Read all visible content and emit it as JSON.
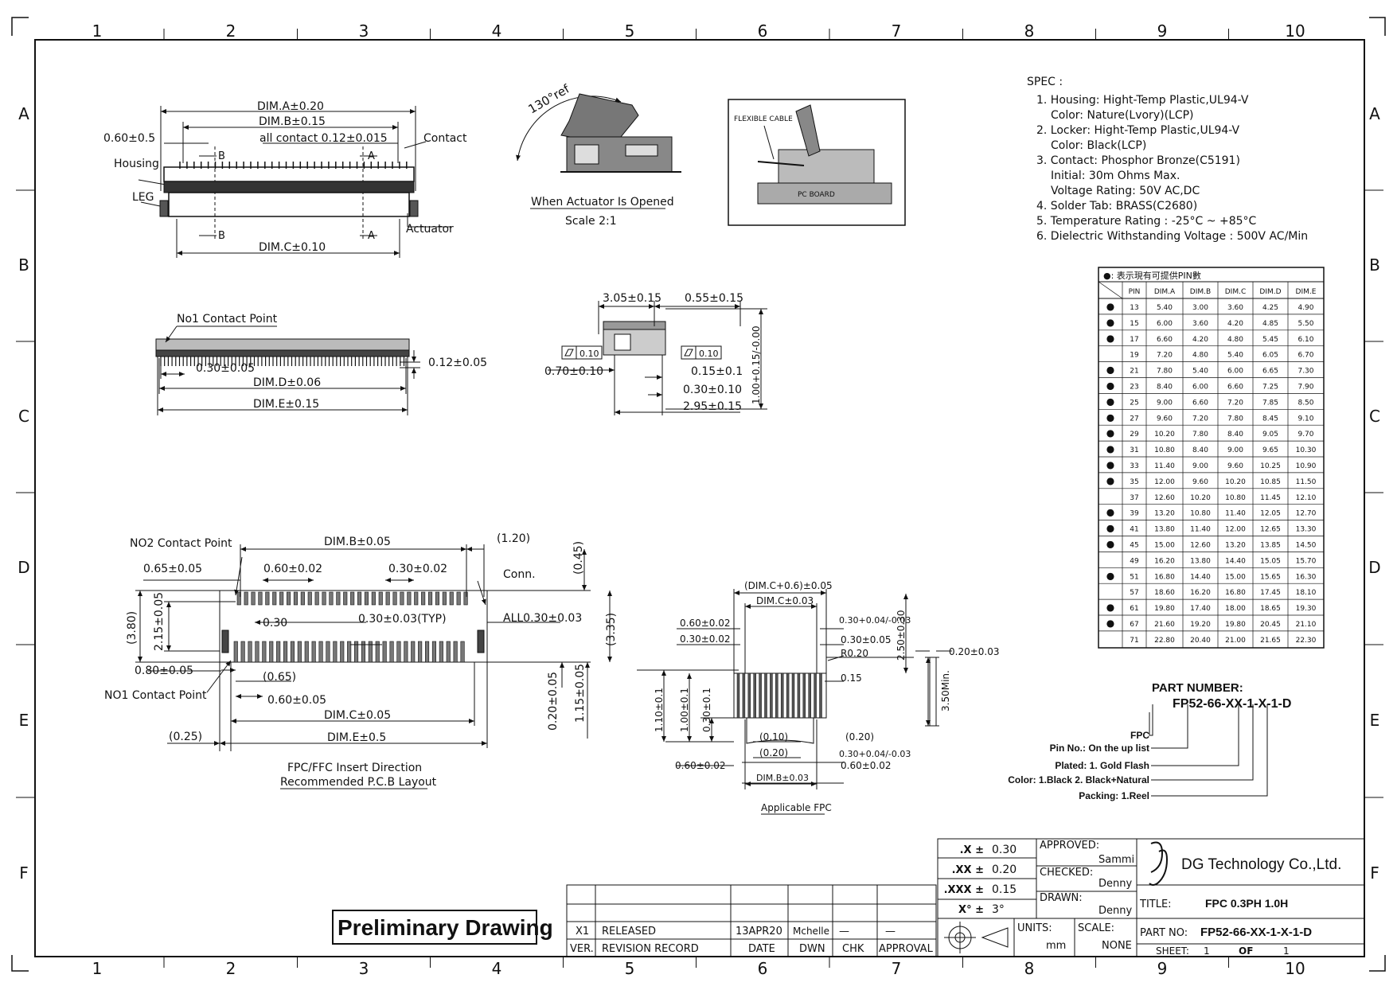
{
  "border": {
    "columns": [
      "1",
      "2",
      "3",
      "4",
      "5",
      "6",
      "7",
      "8",
      "9",
      "10"
    ],
    "rows": [
      "A",
      "B",
      "C",
      "D",
      "E",
      "F"
    ]
  },
  "spec": {
    "heading": "SPEC :",
    "lines": [
      "1. Housing: Hight-Temp Plastic,UL94-V",
      "Color: Nature(Lvory)(LCP)",
      "2. Locker: Hight-Temp Plastic,UL94-V",
      "Color: Black(LCP)",
      "3. Contact: Phosphor Bronze(C5191)",
      "Initial: 30m Ohms Max.",
      "Voltage Rating: 50V AC,DC",
      "4. Solder Tab: BRASS(C2680)",
      "5. Temperature Rating : -25°C ~ +85°C",
      "6. Dielectric Withstanding Voltage : 500V AC/Min"
    ]
  },
  "pin_table": {
    "caption": "●: 表示現有可提供PIN數",
    "headers": [
      "PIN",
      "DIM.A",
      "DIM.B",
      "DIM.C",
      "DIM.D",
      "DIM.E"
    ],
    "rows": [
      {
        "avail": "●",
        "pin": "13",
        "a": "5.40",
        "b": "3.00",
        "c": "3.60",
        "d": "4.25",
        "e": "4.90"
      },
      {
        "avail": "●",
        "pin": "15",
        "a": "6.00",
        "b": "3.60",
        "c": "4.20",
        "d": "4.85",
        "e": "5.50"
      },
      {
        "avail": "●",
        "pin": "17",
        "a": "6.60",
        "b": "4.20",
        "c": "4.80",
        "d": "5.45",
        "e": "6.10"
      },
      {
        "avail": "",
        "pin": "19",
        "a": "7.20",
        "b": "4.80",
        "c": "5.40",
        "d": "6.05",
        "e": "6.70"
      },
      {
        "avail": "●",
        "pin": "21",
        "a": "7.80",
        "b": "5.40",
        "c": "6.00",
        "d": "6.65",
        "e": "7.30"
      },
      {
        "avail": "●",
        "pin": "23",
        "a": "8.40",
        "b": "6.00",
        "c": "6.60",
        "d": "7.25",
        "e": "7.90"
      },
      {
        "avail": "●",
        "pin": "25",
        "a": "9.00",
        "b": "6.60",
        "c": "7.20",
        "d": "7.85",
        "e": "8.50"
      },
      {
        "avail": "●",
        "pin": "27",
        "a": "9.60",
        "b": "7.20",
        "c": "7.80",
        "d": "8.45",
        "e": "9.10"
      },
      {
        "avail": "●",
        "pin": "29",
        "a": "10.20",
        "b": "7.80",
        "c": "8.40",
        "d": "9.05",
        "e": "9.70"
      },
      {
        "avail": "●",
        "pin": "31",
        "a": "10.80",
        "b": "8.40",
        "c": "9.00",
        "d": "9.65",
        "e": "10.30"
      },
      {
        "avail": "●",
        "pin": "33",
        "a": "11.40",
        "b": "9.00",
        "c": "9.60",
        "d": "10.25",
        "e": "10.90"
      },
      {
        "avail": "●",
        "pin": "35",
        "a": "12.00",
        "b": "9.60",
        "c": "10.20",
        "d": "10.85",
        "e": "11.50"
      },
      {
        "avail": "",
        "pin": "37",
        "a": "12.60",
        "b": "10.20",
        "c": "10.80",
        "d": "11.45",
        "e": "12.10"
      },
      {
        "avail": "●",
        "pin": "39",
        "a": "13.20",
        "b": "10.80",
        "c": "11.40",
        "d": "12.05",
        "e": "12.70"
      },
      {
        "avail": "●",
        "pin": "41",
        "a": "13.80",
        "b": "11.40",
        "c": "12.00",
        "d": "12.65",
        "e": "13.30"
      },
      {
        "avail": "●",
        "pin": "45",
        "a": "15.00",
        "b": "12.60",
        "c": "13.20",
        "d": "13.85",
        "e": "14.50"
      },
      {
        "avail": "",
        "pin": "49",
        "a": "16.20",
        "b": "13.80",
        "c": "14.40",
        "d": "15.05",
        "e": "15.70"
      },
      {
        "avail": "●",
        "pin": "51",
        "a": "16.80",
        "b": "14.40",
        "c": "15.00",
        "d": "15.65",
        "e": "16.30"
      },
      {
        "avail": "",
        "pin": "57",
        "a": "18.60",
        "b": "16.20",
        "c": "16.80",
        "d": "17.45",
        "e": "18.10"
      },
      {
        "avail": "●",
        "pin": "61",
        "a": "19.80",
        "b": "17.40",
        "c": "18.00",
        "d": "18.65",
        "e": "19.30"
      },
      {
        "avail": "●",
        "pin": "67",
        "a": "21.60",
        "b": "19.20",
        "c": "19.80",
        "d": "20.45",
        "e": "21.10"
      },
      {
        "avail": "",
        "pin": "71",
        "a": "22.80",
        "b": "20.40",
        "c": "21.00",
        "d": "21.65",
        "e": "22.30"
      }
    ]
  },
  "top_view": {
    "dim_a": "DIM.A±0.20",
    "dim_b": "DIM.B±0.15",
    "pitch_left": "0.60±0.5",
    "all_contact": "all contact 0.12±0.015",
    "contact": "Contact",
    "housing": "Housing",
    "leg": "LEG",
    "actuator": "Actuator",
    "dim_c": "DIM.C±0.10",
    "sec_b": "B",
    "sec_a": "A"
  },
  "actuator_open": {
    "angle": "130°ref",
    "caption": "When Actuator Is Opened",
    "scale": "Scale 2:1"
  },
  "cable_view": {
    "flex": "FLEXIBLE CABLE",
    "board": "PC BOARD"
  },
  "front_view": {
    "no1": "No1 Contact Point",
    "pitch": "0.30±0.05",
    "contact_w": "0.12±0.05",
    "dim_d": "DIM.D±0.06",
    "dim_e": "DIM.E±0.15"
  },
  "side_view": {
    "d1": "3.05±0.15",
    "d2": "0.55±0.15",
    "flat": "0.10",
    "d3": "0.70±0.10",
    "d4": "0.15±0.1",
    "d5": "0.30±0.10",
    "d6": "2.95±0.15",
    "height": "1.00+0.15/-0.00"
  },
  "pcb_layout": {
    "no2": "NO2 Contact Point",
    "dim_b": "DIM.B±0.05",
    "d120": "(1.20)",
    "d065": "0.65±0.05",
    "d060": "0.60±0.02",
    "d030": "0.30±0.02",
    "conn": "Conn.",
    "d045": "(0.45)",
    "d380": "(3.80)",
    "d215": "2.15±0.05",
    "d030b": "0.30",
    "typ": "0.30±0.03(TYP)",
    "all": "ALL0.30±0.03",
    "d335": "(3.35)",
    "d080": "0.80±0.05",
    "d065p": "(0.65)",
    "no1": "NO1 Contact Point",
    "d060b": "0.60±0.05",
    "d020": "0.20±0.05",
    "d115": "1.15±0.05",
    "dim_c": "DIM.C±0.05",
    "d025": "(0.25)",
    "dim_e": "DIM.E±0.5",
    "cap1": "FPC/FFC Insert Direction",
    "cap2": "Recommended P.C.B Layout"
  },
  "fpc": {
    "dimc06": "(DIM.C+0.6)±0.05",
    "dimc": "DIM.C±0.03",
    "d060": "0.60±0.02",
    "d030": "0.30±0.02",
    "d030t": "0.30+0.04/-0.03",
    "d030r": "0.30±0.05",
    "r020": "R0.20",
    "d015": "0.15",
    "d250": "2.50±0.30",
    "d020": "0.20±0.03",
    "d350": "3.50Min.",
    "d110": "1.10±0.1",
    "d100": "1.00±0.1",
    "d030v": "0.30±0.1",
    "d010p": "(0.10)",
    "d020p": "(0.20)",
    "d020p2": "(0.20)",
    "d030b": "0.30+0.04/-0.03",
    "d060b": "0.60±0.02",
    "d060c": "0.60±0.02",
    "dimb": "DIM.B±0.03",
    "caption": "Applicable FPC"
  },
  "part_number": {
    "heading": "PART NUMBER:",
    "code": "FP52-66-XX-1-X-1-D",
    "legend": [
      "FPC",
      "Pin No.: On the up list",
      "Plated: 1. Gold Flash",
      "Color: 1.Black 2. Black+Natural",
      "Packing: 1.Reel"
    ]
  },
  "preliminary": "Preliminary Drawing",
  "revision": {
    "ver": "X1",
    "record": "RELEASED",
    "date": "13APR20",
    "dwn": "Mchelle",
    "chk": "—",
    "approval": "—",
    "h_ver": "VER.",
    "h_record": "REVISION RECORD",
    "h_date": "DATE",
    "h_dwn": "DWN",
    "h_chk": "CHK",
    "h_approval": "APPROVAL"
  },
  "tolerance": [
    {
      "label": ".X ±",
      "value": "0.30"
    },
    {
      "label": ".XX ±",
      "value": "0.20"
    },
    {
      "label": ".XXX ±",
      "value": "0.15"
    },
    {
      "label": "X° ±",
      "value": "3°"
    }
  ],
  "signoff": {
    "approved_label": "APPROVED:",
    "approved": "Sammi",
    "checked_label": "CHECKED:",
    "checked": "Denny",
    "drawn_label": "DRAWN:",
    "drawn": "Denny",
    "units_label": "UNITS:",
    "units": "mm",
    "scale_label": "SCALE:",
    "scale": "NONE"
  },
  "company": {
    "name": "DG Technology Co.,Ltd.",
    "title_label": "TITLE:",
    "title": "FPC 0.3PH 1.0H",
    "part_label": "PART NO:",
    "part": "FP52-66-XX-1-X-1-D",
    "sheet_label": "SHEET:",
    "sheet": "1",
    "of_label": "OF",
    "of": "1"
  }
}
